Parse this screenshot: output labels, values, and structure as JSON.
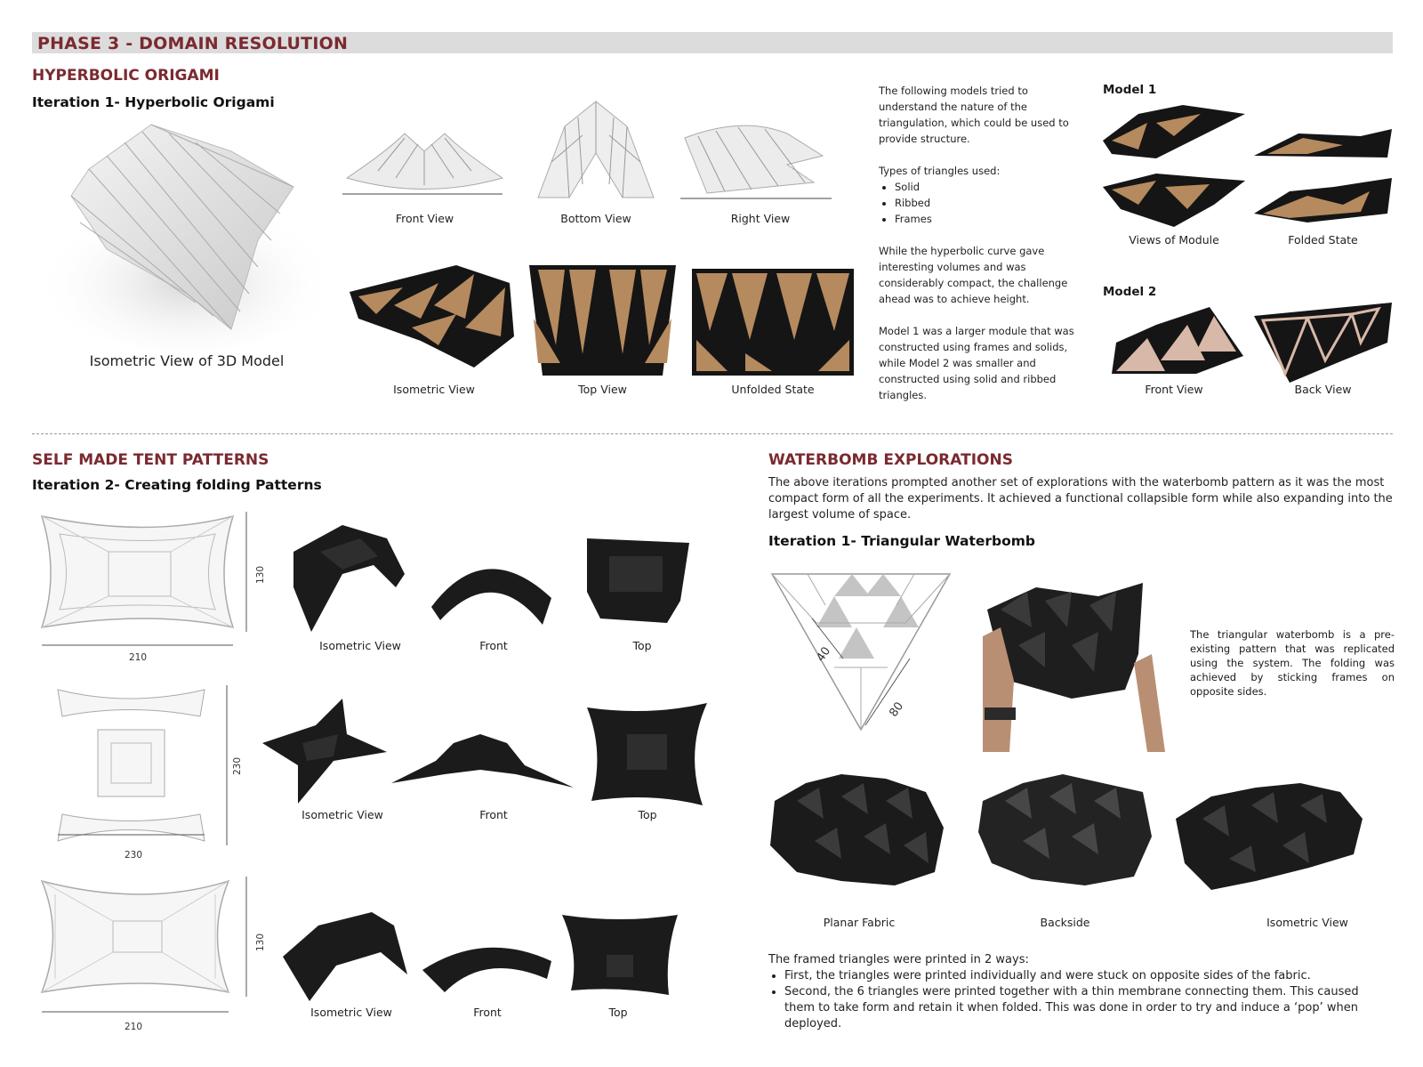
{
  "header": {
    "phase_title": "PHASE 3 - DOMAIN RESOLUTION"
  },
  "hyperbolic": {
    "section_title": "HYPERBOLIC ORIGAMI",
    "iteration_title": "Iteration 1- Hyperbolic Origami",
    "iso_caption": "Isometric View of 3D Model",
    "render_captions": [
      "Front View",
      "Bottom View",
      "Right View"
    ],
    "photo_captions": [
      "Isometric View",
      "Top View",
      "Unfolded State"
    ],
    "text": {
      "p1": "The following models tried to understand the nature of the triangulation, which could be used to provide structure.",
      "types_heading": "Types of triangles used:",
      "types": [
        "Solid",
        "Ribbed",
        "Frames"
      ],
      "p2": "While the hyperbolic curve gave interesting volumes and was considerably compact, the challenge ahead was to achieve height.",
      "p3": "Model 1 was a larger module that was constructed using frames and solids, while Model 2 was smaller and constructed using solid and ribbed triangles."
    },
    "model1": {
      "title": "Model 1",
      "captions": [
        "Views of Module",
        "Folded State"
      ]
    },
    "model2": {
      "title": "Model 2",
      "captions": [
        "Front View",
        "Back View"
      ]
    }
  },
  "tent": {
    "section_title": "SELF MADE TENT PATTERNS",
    "iteration_title": "Iteration 2- Creating folding Patterns",
    "rows": [
      {
        "width_dim": "210",
        "height_dim": "130",
        "captions": [
          "Isometric View",
          "Front",
          "Top"
        ]
      },
      {
        "width_dim": "230",
        "height_dim": "230",
        "captions": [
          "Isometric View",
          "Front",
          "Top"
        ]
      },
      {
        "width_dim": "210",
        "height_dim": "130",
        "captions": [
          "Isometric View",
          "Front",
          "Top"
        ]
      }
    ]
  },
  "waterbomb": {
    "section_title": "WATERBOMB EXPLORATIONS",
    "intro": "The above iterations prompted another set of explorations with the waterbomb pattern as it was the most compact form of all the experiments. It achieved a functional collapsible form while also expanding into the largest volume of space.",
    "iteration_title": "Iteration 1- Triangular Waterbomb",
    "dims": [
      "40",
      "80"
    ],
    "side_text": "The triangular waterbomb is a pre-existing pattern that was replicated using the system. The folding was achieved by sticking frames on opposite sides.",
    "captions": [
      "Planar Fabric",
      "Backside",
      "Isometric View"
    ],
    "print_heading": "The framed triangles were printed in 2 ways:",
    "print_ways": [
      "First, the triangles were printed individually and were stuck on opposite sides of the fabric.",
      "Second, the 6 triangles were printed together with a thin membrane connecting them. This caused them to take form and retain it when folded. This was done in order to try and induce a ‘pop’ when deployed."
    ]
  }
}
